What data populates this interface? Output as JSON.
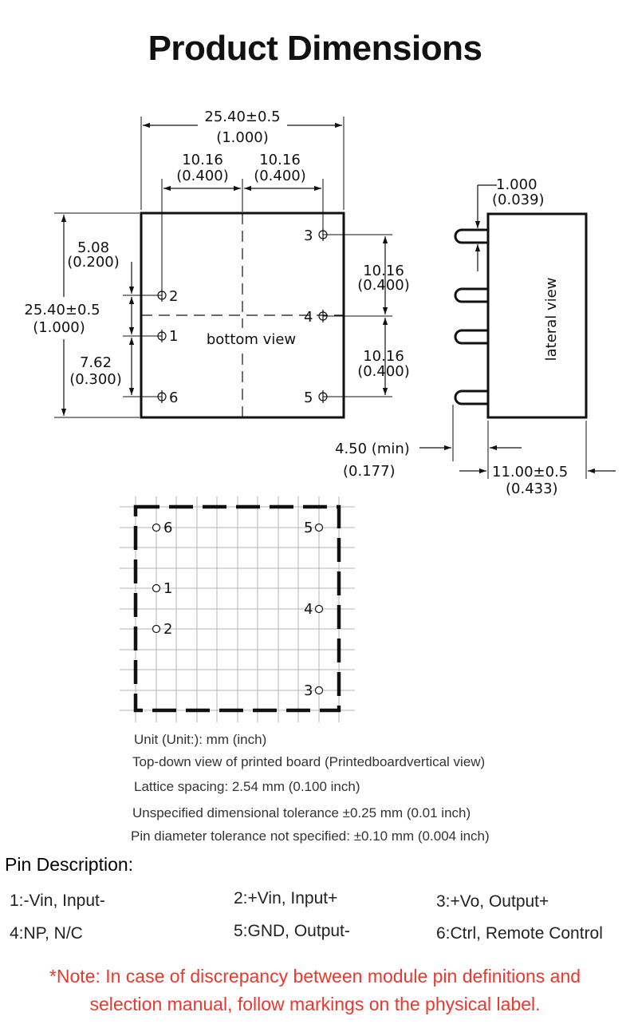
{
  "title": "Product Dimensions",
  "bottom_view": {
    "width_dim": "25.40±0.5",
    "width_dim_in": "(1.000)",
    "pitch_left": "10.16",
    "pitch_left_in": "(0.400)",
    "pitch_right": "10.16",
    "pitch_right_in": "(0.400)",
    "offset_5": "5.08",
    "offset_5_in": "(0.200)",
    "height_dim": "25.40±0.5",
    "height_dim_in": "(1.000)",
    "offset_7": "7.62",
    "offset_7_in": "(0.300)",
    "right_upper": "10.16",
    "right_upper_in": "(0.400)",
    "right_lower": "10.16",
    "right_lower_in": "(0.400)",
    "label": "bottom view",
    "pins": [
      "1",
      "2",
      "3",
      "4",
      "5",
      "6"
    ]
  },
  "lateral_view": {
    "label": "lateral view",
    "pin_dim": "1.000",
    "pin_dim_in": "(0.039)",
    "min_len": "4.50 (min)",
    "min_len_in": "(0.177)",
    "depth": "11.00±0.5",
    "depth_in": "(0.433)"
  },
  "pcb_view": {
    "pins": [
      "6",
      "5",
      "1",
      "4",
      "2",
      "3"
    ]
  },
  "notes": [
    "Unit (Unit:): mm (inch)",
    "Top-down view of printed board (Printedboardvertical view)",
    "Lattice spacing: 2.54 mm (0.100 inch)",
    "Unspecified dimensional tolerance ±0.25 mm (0.01 inch)",
    "Pin diameter tolerance not specified: ±0.10 mm (0.004 inch)"
  ],
  "pin_description": {
    "title": "Pin Description:",
    "items": [
      "1:-Vin, Input-",
      "2:+Vin, Input+",
      "3:+Vo, Output+",
      "4:NP, N/C",
      "5:GND, Output-",
      "6:Ctrl, Remote Control"
    ]
  },
  "note": {
    "line1": "*Note: In case of discrepancy between module pin definitions and",
    "line2": "selection manual, follow markings on the physical label."
  }
}
